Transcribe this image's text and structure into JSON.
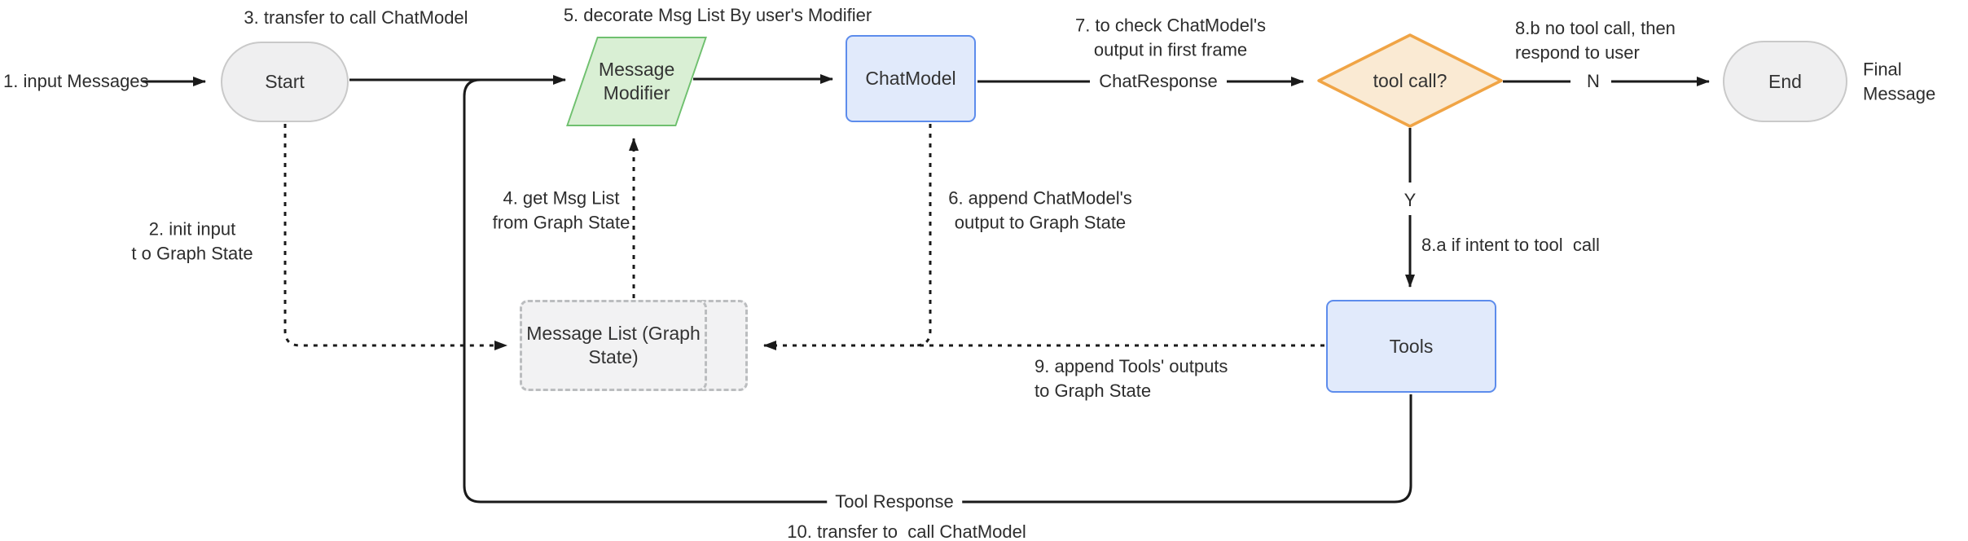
{
  "diagram": {
    "nodes": {
      "start": {
        "label": "Start"
      },
      "message_modifier": {
        "label": "Message\nModifier"
      },
      "chat_model": {
        "label": "ChatModel"
      },
      "tool_call": {
        "label": "tool call?"
      },
      "end": {
        "label": "End"
      },
      "tools": {
        "label": "Tools"
      },
      "message_list": {
        "label": "Message List\n(Graph State)"
      }
    },
    "edge_labels": {
      "input_messages": "1. input Messages",
      "chat_response": "ChatResponse",
      "no": "N",
      "yes": "Y",
      "tool_response": "Tool Response",
      "final_message": "Final Message"
    },
    "annotations": {
      "a2": "2. init input\nt o Graph State",
      "a3": "3. transfer to call ChatModel",
      "a4": "4. get Msg List\nfrom Graph State",
      "a5": "5. decorate Msg List By user's Modifier",
      "a6": "6. append ChatModel's\noutput to Graph State",
      "a7": "7. to check ChatModel's\noutput in first frame",
      "a8a": "8.a if intent to tool  call",
      "a8b": "8.b no tool call, then\nrespond to user",
      "a9": "9. append Tools' outputs\nto Graph State",
      "a10": "10. transfer to  call ChatModel"
    },
    "colors": {
      "line": "#1a1a1a",
      "gray-fill": "#efeff0",
      "gray-border": "#c9c9c9",
      "blue-fill": "#e1eafb",
      "blue-border": "#5d8cec",
      "green-fill": "#d9efd4",
      "green-border": "#6fc06f",
      "orange-fill": "#faead3",
      "orange-border": "#f0a445",
      "gray2-fill": "#f2f2f3",
      "gray2-border": "#bbbdbf"
    }
  }
}
